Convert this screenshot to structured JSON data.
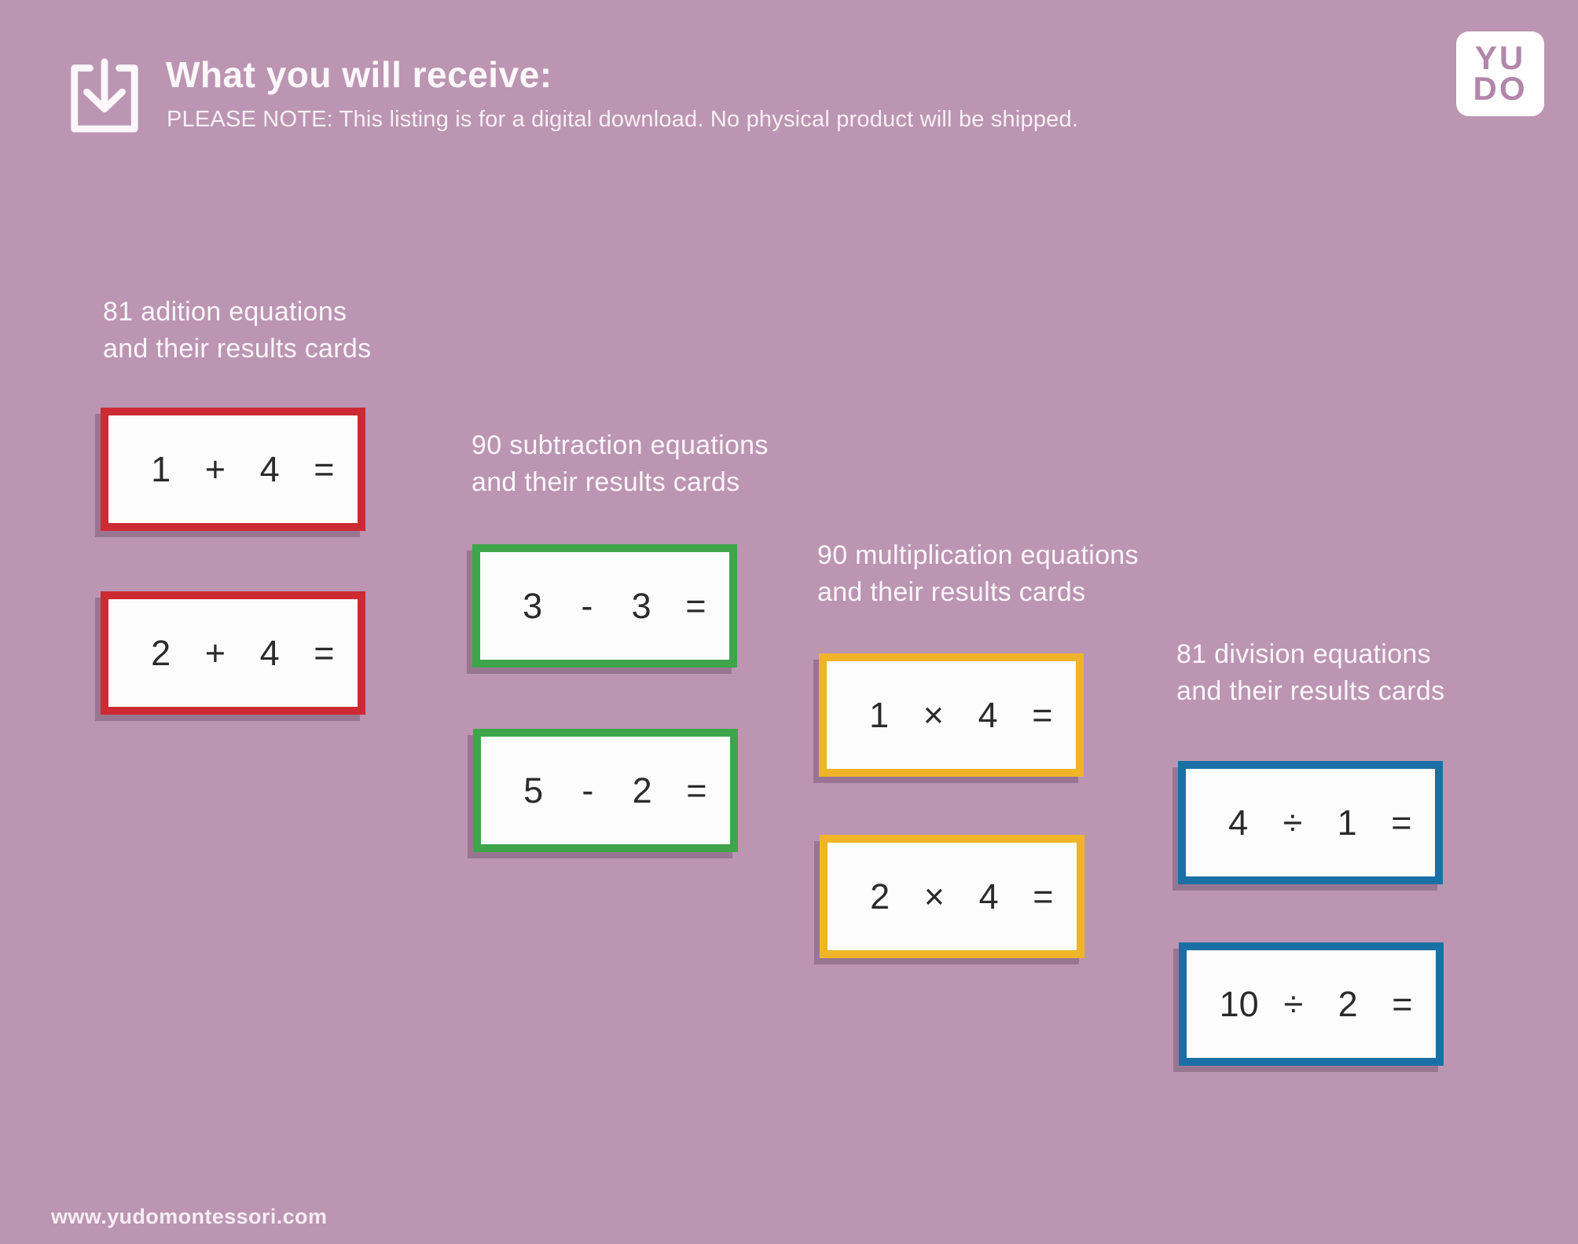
{
  "page": {
    "background_color": "#bb95b2",
    "website_url": "www.yudomontessori.com"
  },
  "header": {
    "title": "What you will receive:",
    "note": "PLEASE NOTE: This listing is for a digital download. No physical product will be shipped."
  },
  "logo": {
    "line1": "YU",
    "line2": "DO",
    "text_color": "#b286aa"
  },
  "sections": [
    {
      "name": "addition",
      "label_line1": "81 adition equations",
      "label_line2": "and their results cards",
      "border_color": "#cd2a33",
      "cards": [
        {
          "tokens": [
            "1",
            "+",
            "4",
            "="
          ]
        },
        {
          "tokens": [
            "2",
            "+",
            "4",
            "="
          ]
        }
      ]
    },
    {
      "name": "subtraction",
      "label_line1": "90 subtraction equations",
      "label_line2": "and their results cards",
      "border_color": "#3fa54b",
      "cards": [
        {
          "tokens": [
            "3",
            "-",
            "3",
            "="
          ]
        },
        {
          "tokens": [
            "5",
            "-",
            "2",
            "="
          ]
        }
      ]
    },
    {
      "name": "multiplication",
      "label_line1": "90 multiplication equations",
      "label_line2": "and their results cards",
      "border_color": "#f0b429",
      "cards": [
        {
          "tokens": [
            "1",
            "×",
            "4",
            "="
          ]
        },
        {
          "tokens": [
            "2",
            "×",
            "4",
            "="
          ]
        }
      ]
    },
    {
      "name": "division",
      "label_line1": "81 division equations",
      "label_line2": "and their results cards",
      "border_color": "#1a70a6",
      "cards": [
        {
          "tokens": [
            "4",
            "÷",
            "1",
            "="
          ]
        },
        {
          "tokens": [
            "10",
            "÷",
            "2",
            "="
          ]
        }
      ]
    }
  ]
}
